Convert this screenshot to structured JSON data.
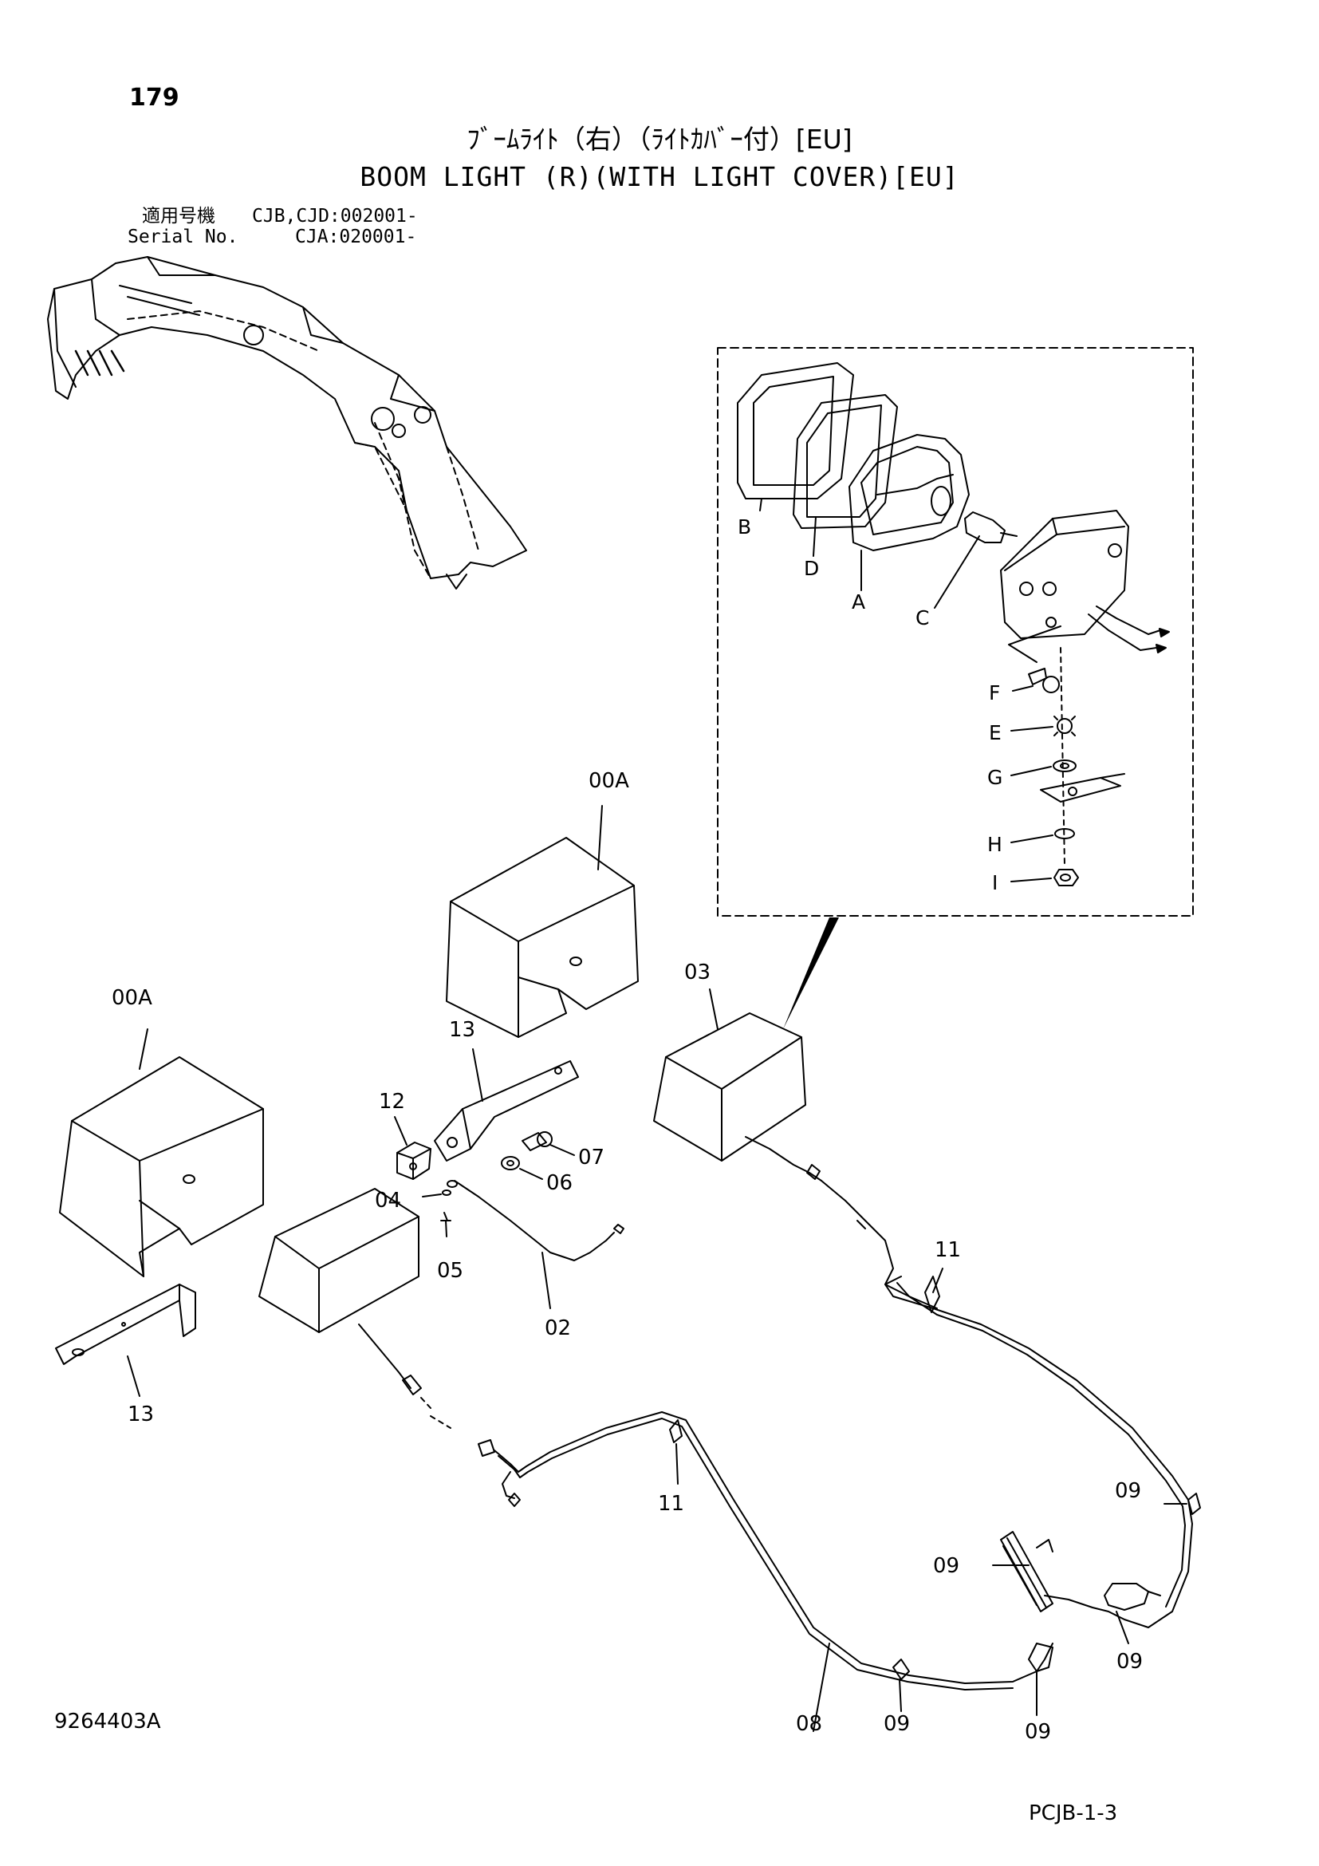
{
  "header": {
    "page_number": "179",
    "title_jp": "ﾌﾞｰﾑﾗｲﾄ（右）（ﾗｲﾄｶﾊﾞｰ付）[EU]",
    "title_en": "BOOM LIGHT (R)(WITH LIGHT COVER)[EU]",
    "serial": {
      "label_jp": "適用号機",
      "label_en": "Serial No.",
      "value_1": "CJB,CJD:002001-",
      "value_2": "CJA:020001-"
    }
  },
  "detail_labels": [
    "A",
    "B",
    "C",
    "D",
    "E",
    "F",
    "G",
    "H",
    "I"
  ],
  "callouts": {
    "c00a_top": "00A",
    "c00a_left": "00A",
    "c03": "03",
    "c13_top": "13",
    "c12": "12",
    "c07": "07",
    "c06": "06",
    "c04": "04",
    "c05": "05",
    "c02": "02",
    "c13_bottom": "13",
    "c11_right": "11",
    "c11_left": "11",
    "c09_a": "09",
    "c09_b": "09",
    "c09_c": "09",
    "c09_d": "09",
    "c09_e": "09",
    "c08": "08"
  },
  "footer": {
    "drawing_number": "9264403A",
    "page_code": "PCJB-1-3"
  }
}
